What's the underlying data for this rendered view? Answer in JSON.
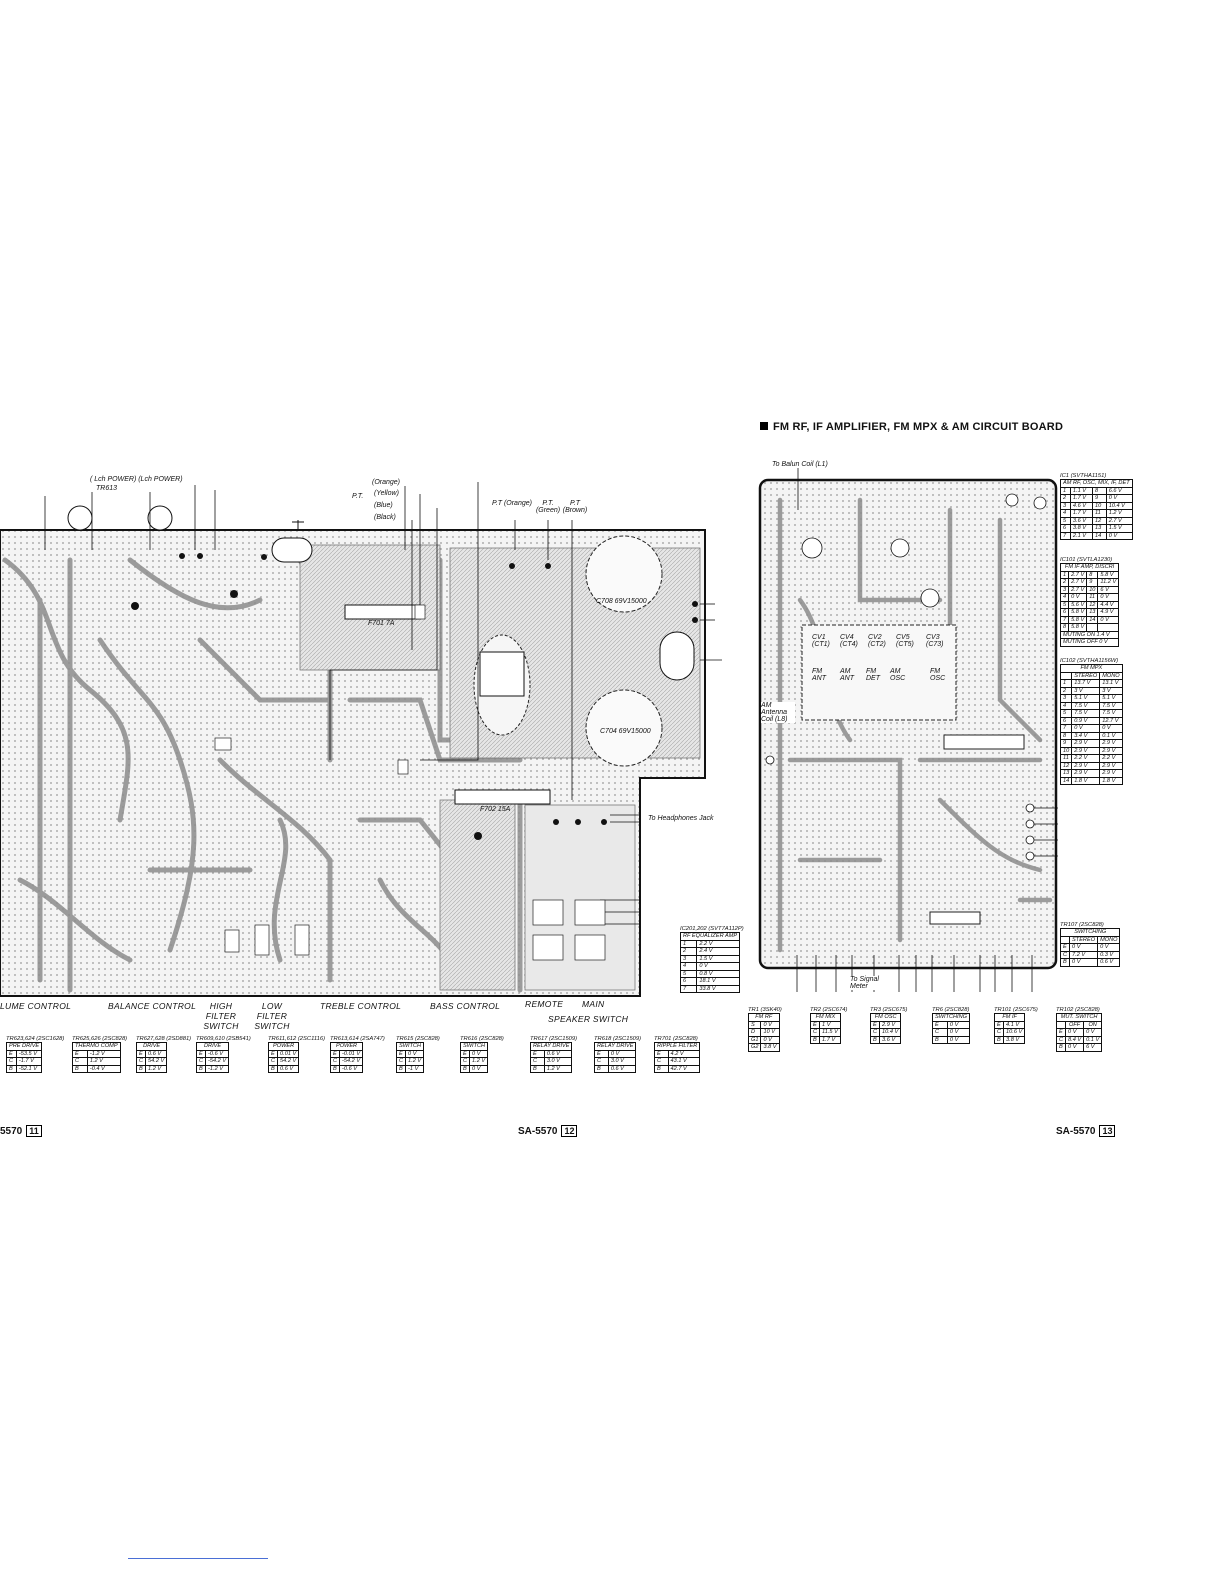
{
  "title": "FM RF, IF AMPLIFIER, FM MPX & AM CIRCUIT BOARD",
  "footer": [
    {
      "model": "5570",
      "page": "11"
    },
    {
      "model": "SA-5570",
      "page": "12"
    },
    {
      "model": "SA-5570",
      "page": "13"
    }
  ],
  "controls": [
    "LUME CONTROL",
    "BALANCE CONTROL",
    "HIGH FILTER SWITCH",
    "LOW FILTER SWITCH",
    "TREBLE CONTROL",
    "BASS CONTROL",
    "REMOTE",
    "MAIN",
    "SPEAKER SWITCH"
  ],
  "power_labels": {
    "lch_power": "( Lch POWER)  (Lch POWER)",
    "tr_top": "TR613",
    "pt": "P.T.",
    "wires": [
      "(Orange)",
      "(Yellow)",
      "(Blue)",
      "(Black)"
    ],
    "pt_orange": "P.T (Orange)",
    "pt_green": "P.T. (Green)",
    "pt_brown": "P.T (Brown)",
    "to_headphones": "To Headphones Jack",
    "fuse1": "F701 7A",
    "fuse2": "F702 15A",
    "cap1": "C708 69V15000",
    "cap2": "C704 69V15000"
  },
  "tuner_labels": {
    "balun": "To Balun Coil (L1)",
    "am_antenna": "AM Antenna Coil (L8)",
    "signal_meter": "To Signal Meter",
    "box_top": [
      "CV1 (CT1)",
      "CV4 (CT4)",
      "CV2 (CT2)",
      "CV5 (CT5)",
      "CV3 (C73)"
    ],
    "box_bottom": [
      "FM ANT",
      "AM ANT",
      "FM DET",
      "AM OSC",
      "FM OSC"
    ]
  },
  "left_tables": [
    {
      "title": "TR623,624 (2SC1628)",
      "head": "PRE DRIVE",
      "rows": [
        [
          "E",
          "-53.5 V"
        ],
        [
          "C",
          "-1.7 V"
        ],
        [
          "B",
          "-52.1 V"
        ]
      ]
    },
    {
      "title": "TR625,626 (2SC828)",
      "head": "THERMO COMP",
      "rows": [
        [
          "E",
          "-1.2 V"
        ],
        [
          "C",
          "1.2 V"
        ],
        [
          "B",
          "-0.4 V"
        ]
      ]
    },
    {
      "title": "TR627,628 (2SD881)",
      "head": "DRIVE",
      "rows": [
        [
          "E",
          "0.6 V"
        ],
        [
          "C",
          "54.2 V"
        ],
        [
          "B",
          "1.2 V"
        ]
      ]
    },
    {
      "title": "TR609,610 (2SB541)",
      "head": "DRIVE",
      "rows": [
        [
          "E",
          "-0.6 V"
        ],
        [
          "C",
          "-54.2 V"
        ],
        [
          "B",
          "-1.2 V"
        ]
      ]
    },
    {
      "title": "TR611,612 (2SC1116)",
      "head": "POWER",
      "rows": [
        [
          "E",
          "0.01 V"
        ],
        [
          "C",
          "54.2 V"
        ],
        [
          "B",
          "0.6 V"
        ]
      ]
    },
    {
      "title": "TR613,614 (2SA747)",
      "head": "POWER",
      "rows": [
        [
          "E",
          "-0.01 V"
        ],
        [
          "C",
          "-54.2 V"
        ],
        [
          "B",
          "-0.6 V"
        ]
      ]
    },
    {
      "title": "TR615 (2SC828)",
      "head": "SWITCH",
      "rows": [
        [
          "E",
          "0 V"
        ],
        [
          "C",
          "1.2 V"
        ],
        [
          "B",
          "-1 V"
        ]
      ]
    },
    {
      "title": "TR616 (2SC828)",
      "head": "SWITCH",
      "rows": [
        [
          "E",
          "0 V"
        ],
        [
          "C",
          "1.2 V"
        ],
        [
          "B",
          "0 V"
        ]
      ]
    },
    {
      "title": "TR617 (2SC1509)",
      "head": "RELAY DRIVE",
      "rows": [
        [
          "E",
          "0.6 V"
        ],
        [
          "C",
          "3.0 V"
        ],
        [
          "B",
          "1.2 V"
        ]
      ]
    },
    {
      "title": "TR618 (2SC1509)",
      "head": "RELAY DRIVE",
      "rows": [
        [
          "E",
          "0 V"
        ],
        [
          "C",
          "3.0 V"
        ],
        [
          "B",
          "0.6 V"
        ]
      ]
    },
    {
      "title": "TR701 (2SC828)",
      "head": "RIPPLE FILTER",
      "rows": [
        [
          "E",
          "4.2 V"
        ],
        [
          "C",
          "43.1 V"
        ],
        [
          "B",
          "42.7 V"
        ]
      ]
    }
  ],
  "ic201": {
    "title": "IC201,202 (SVT7A112P)",
    "head": "RF EQUALIZER AMP",
    "rows": [
      [
        "1",
        "2.2 V"
      ],
      [
        "2",
        "2.4 V"
      ],
      [
        "3",
        "1.5 V"
      ],
      [
        "4",
        "0 V"
      ],
      [
        "5",
        "0.8 V"
      ],
      [
        "6",
        "18.1 V"
      ],
      [
        "7",
        "33.8 V"
      ]
    ]
  },
  "ic1": {
    "title": "IC1 (SVTHA1151)",
    "head": "AM RF, OSC, MIX, IF, DET",
    "rows": [
      [
        "1",
        "1.1 V",
        "8",
        "6.6 V"
      ],
      [
        "2",
        "1.7 V",
        "9",
        "0 V"
      ],
      [
        "3",
        "4.6 V",
        "10",
        "10.4 V"
      ],
      [
        "4",
        "1.7 V",
        "11",
        "1.2 V"
      ],
      [
        "5",
        "3.6 V",
        "12",
        "2.7 V"
      ],
      [
        "6",
        "3.8 V",
        "13",
        "1.5 V"
      ],
      [
        "7",
        "2.1 V",
        "14",
        "0 V"
      ]
    ]
  },
  "ic101": {
    "title": "IC101 (SVTLA1230)",
    "head": "FM IF AMP, DISCRI",
    "rows": [
      [
        "1",
        "2.7 V",
        "8",
        "5.8 V"
      ],
      [
        "2",
        "2.7 V",
        "9",
        "11.2 V"
      ],
      [
        "3",
        "2.7 V",
        "10",
        "6 V"
      ],
      [
        "4",
        "0 V",
        "11",
        "0 V"
      ],
      [
        "5",
        "5.6 V",
        "12",
        "4.4 V"
      ],
      [
        "6",
        "5.8 V",
        "13",
        "4.9 V"
      ],
      [
        "7",
        "5.8 V",
        "14",
        "0 V"
      ],
      [
        "8",
        "5.8 V",
        "",
        ""
      ]
    ],
    "notes": [
      "MUTING ON 1.4 V",
      "MUTING OFF 0 V"
    ]
  },
  "ic102": {
    "title": "IC102 (SVTHA1156W)",
    "head": "FM MPX",
    "sub": [
      "",
      "STEREO",
      "MONO"
    ],
    "rows": [
      [
        "1",
        "13.7 V",
        "13.1 V"
      ],
      [
        "2",
        "3 V",
        "3 V"
      ],
      [
        "3",
        "5.1 V",
        "5.1 V"
      ],
      [
        "4",
        "7.5 V",
        "7.5 V"
      ],
      [
        "5",
        "7.5 V",
        "7.5 V"
      ],
      [
        "6",
        "0.9 V",
        "12.7 V"
      ],
      [
        "7",
        "0 V",
        "0 V"
      ],
      [
        "8",
        "3.4 V",
        "0.1 V"
      ],
      [
        "9",
        "2.9 V",
        "2.9 V"
      ],
      [
        "10",
        "2.9 V",
        "2.9 V"
      ],
      [
        "11",
        "2.2 V",
        "2.2 V"
      ],
      [
        "12",
        "2.9 V",
        "2.9 V"
      ],
      [
        "13",
        "2.9 V",
        "2.9 V"
      ],
      [
        "14",
        "1.8 V",
        "1.8 V"
      ]
    ]
  },
  "tr107": {
    "title": "TR107 (2SC828)",
    "head": "SWITCHING",
    "sub": [
      "",
      "STEREO",
      "MONO"
    ],
    "rows": [
      [
        "E",
        "0 V",
        "0 V"
      ],
      [
        "C",
        "7.2 V",
        "0.3 V"
      ],
      [
        "B",
        "0 V",
        "0.6 V"
      ]
    ]
  },
  "right_tables": [
    {
      "title": "TR1 (3SK40)",
      "head": "FM RF",
      "rows": [
        [
          "S",
          "0 V"
        ],
        [
          "D",
          "10 V"
        ],
        [
          "G1",
          "0 V"
        ],
        [
          "G2",
          "3.8 V"
        ]
      ]
    },
    {
      "title": "TR2 (2SC674)",
      "head": "FM MIX",
      "rows": [
        [
          "E",
          "1 V"
        ],
        [
          "C",
          "11.5 V"
        ],
        [
          "B",
          "1.7 V"
        ]
      ]
    },
    {
      "title": "TR3 (2SC675)",
      "head": "FM OSC",
      "rows": [
        [
          "E",
          "2.9 V"
        ],
        [
          "C",
          "10.4 V"
        ],
        [
          "B",
          "3.6 V"
        ]
      ]
    },
    {
      "title": "TR6 (2SC828)",
      "head": "SWITCHING",
      "rows": [
        [
          "E",
          "0 V"
        ],
        [
          "C",
          "0 V"
        ],
        [
          "B",
          "0 V"
        ]
      ]
    },
    {
      "title": "TR101 (2SC675)",
      "head": "FM IF",
      "rows": [
        [
          "E",
          "4.1 V"
        ],
        [
          "C",
          "10.6 V"
        ],
        [
          "B",
          "3.8 V"
        ]
      ]
    }
  ],
  "tr102": {
    "title": "TR102 (2SC828)",
    "head": "MUT. SWITCH",
    "sub": [
      "",
      "OFF",
      "ON"
    ],
    "rows": [
      [
        "E",
        "0 V",
        "0 V"
      ],
      [
        "C",
        "8.4 V",
        "0.1 V"
      ],
      [
        "B",
        "0 V",
        "6 V"
      ]
    ]
  },
  "colors": {
    "ink": "#111111",
    "paper": "#ffffff",
    "copper": "#cfcfcf",
    "link": "#4a6fd6"
  }
}
